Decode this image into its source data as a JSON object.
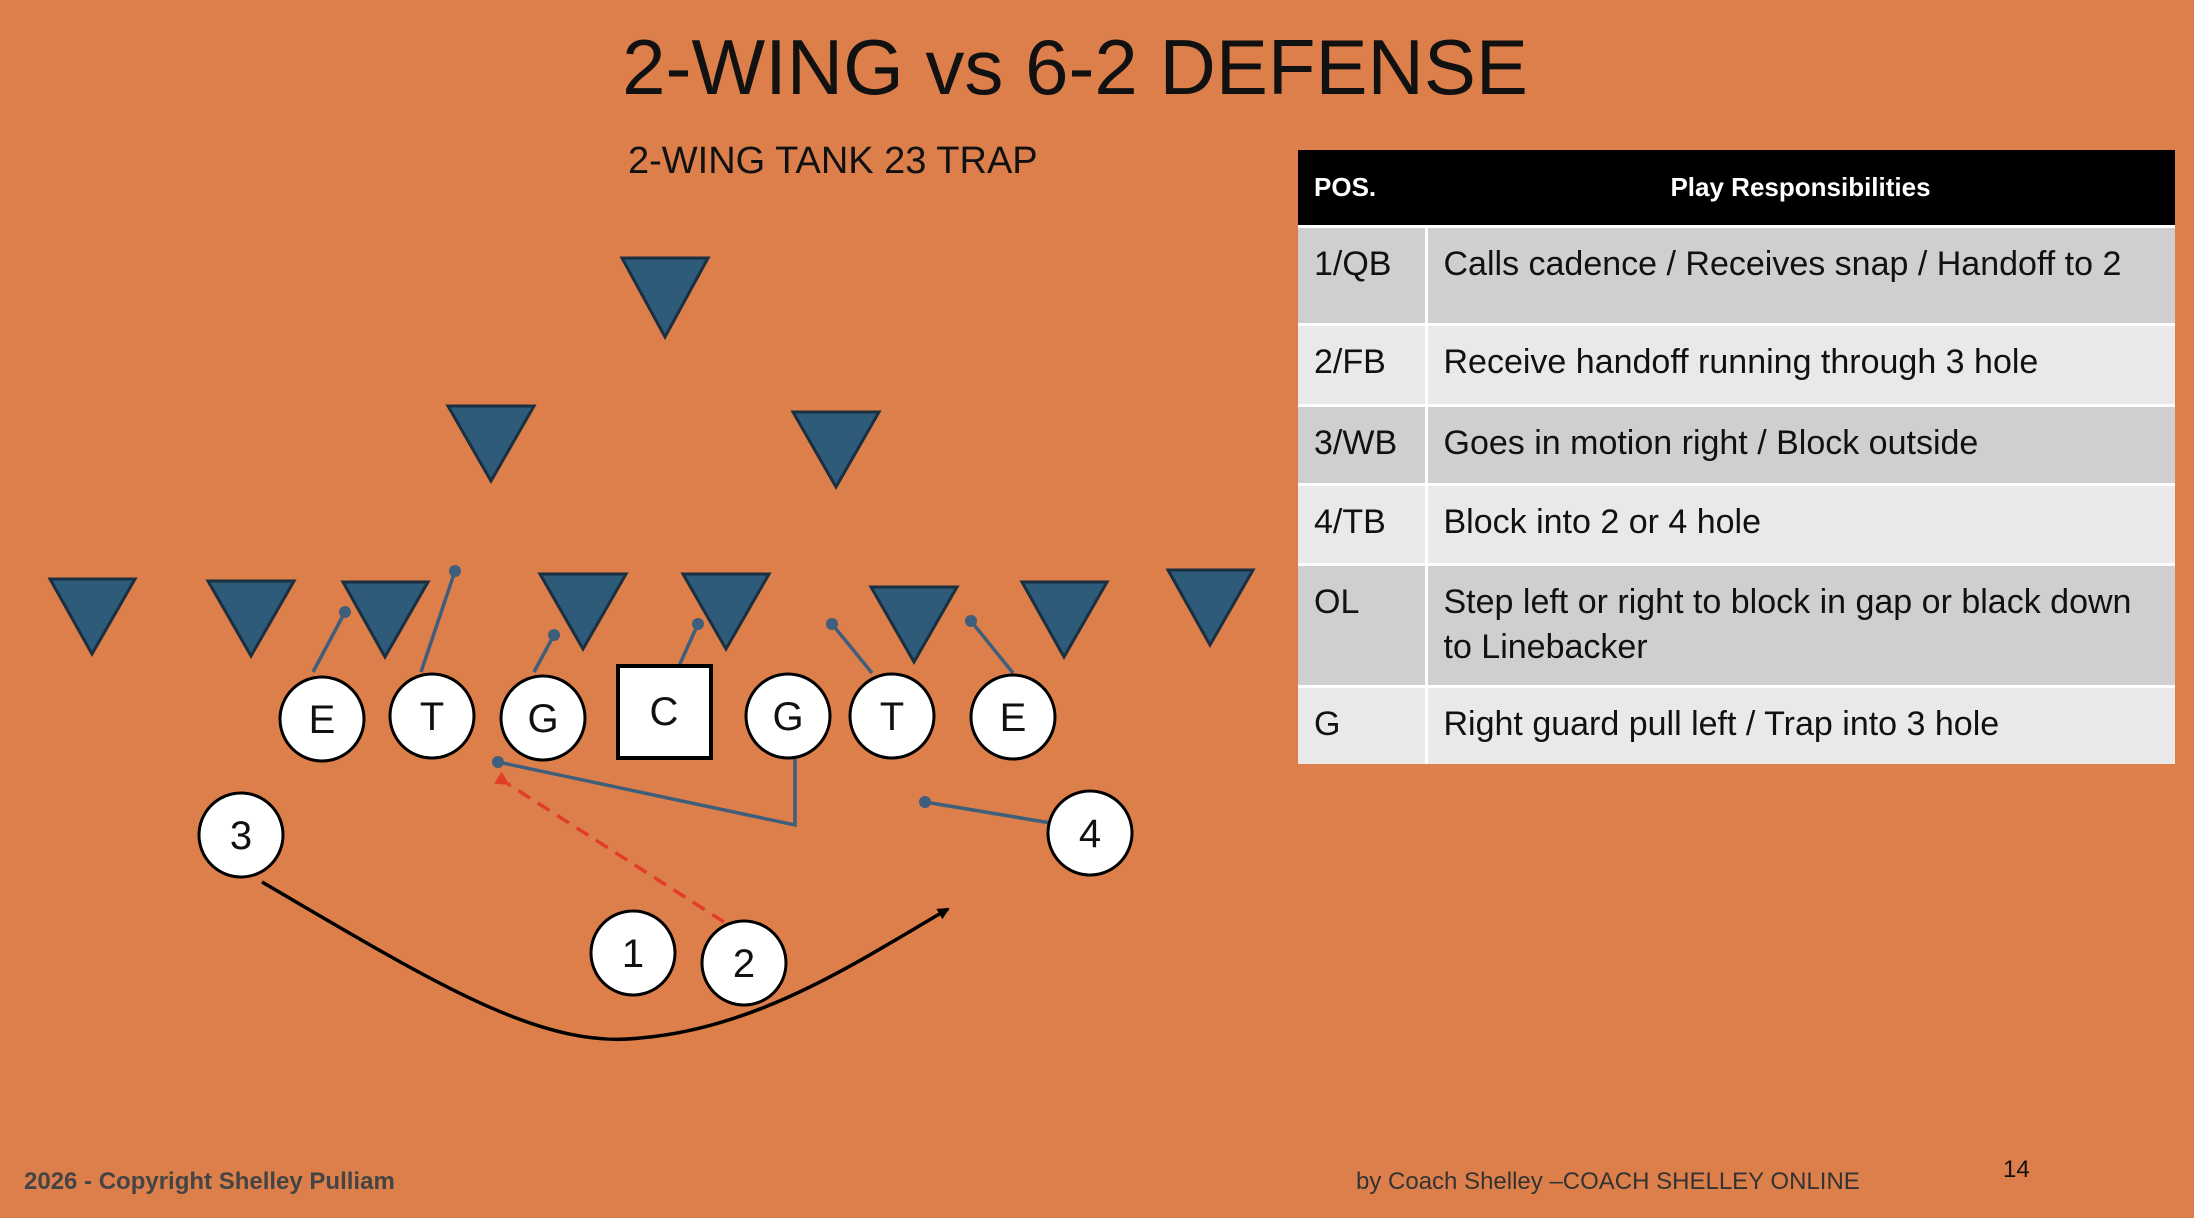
{
  "title": "2-WING vs 6-2 DEFENSE",
  "play_name": "2-WING TANK 23 TRAP",
  "offense": {
    "line": [
      "E",
      "T",
      "G",
      "C",
      "G",
      "T",
      "E"
    ],
    "backs": [
      "3",
      "1",
      "2",
      "4"
    ]
  },
  "table": {
    "headers": {
      "pos": "POS.",
      "resp": "Play Responsibilities"
    },
    "rows": [
      {
        "pos": "1/QB",
        "resp": "Calls cadence / Receives snap / Handoff to 2"
      },
      {
        "pos": "2/FB",
        "resp": "Receive handoff running through 3 hole"
      },
      {
        "pos": "3/WB",
        "resp": "Goes in motion right / Block outside"
      },
      {
        "pos": "4/TB",
        "resp": "Block into 2 or 4 hole"
      },
      {
        "pos": "OL",
        "resp": "Step left or right to block in gap or black down to Linebacker"
      },
      {
        "pos": "G",
        "resp": "Right guard pull left / Trap into 3 hole"
      }
    ]
  },
  "footer": {
    "copyright": "2026 - Copyright Shelley Pulliam",
    "credit": "by Coach Shelley –COACH SHELLEY ONLINE",
    "page": "14"
  },
  "colors": {
    "background": "#DD7F4B",
    "defender": "#2E5B7A",
    "block_line": "#3E5E7C",
    "handoff_path": "#E23D28",
    "motion_path": "#000000"
  }
}
